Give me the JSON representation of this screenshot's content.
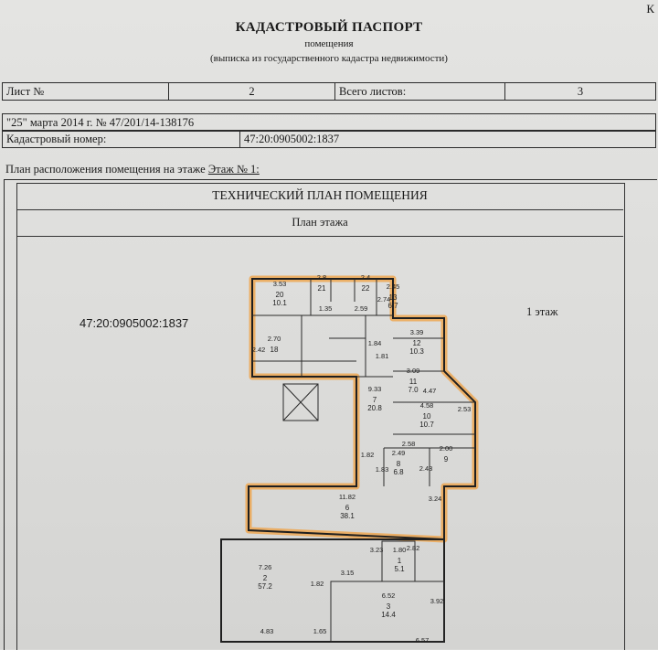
{
  "header": {
    "corner_letter": "К",
    "title": "КАДАСТРОВЫЙ ПАСПОРТ",
    "subtitle": "помещения",
    "note": "(выписка из государственного кадастра недвижимости)"
  },
  "sheet_row": {
    "sheet_label": "Лист №",
    "sheet_value": "2",
    "total_label": "Всего листов:",
    "total_value": "3"
  },
  "date_line": "\"25\" марта 2014 г. № 47/201/14-138176",
  "cadastral": {
    "label": "Кадастровый номер:",
    "value": "47:20:0905002:1837"
  },
  "plan_caption": {
    "prefix": "План расположения помещения на этаже ",
    "floor": "Этаж № 1:"
  },
  "plan": {
    "title": "ТЕХНИЧЕСКИЙ ПЛАН ПОМЕЩЕНИЯ",
    "subtitle": "План этажа",
    "cadastral_label": "47:20:0905002:1837",
    "floor_label": "1 этаж",
    "highlight_color": "#f0a040",
    "rooms": [
      {
        "num": "20",
        "area": "10.1",
        "dim": "3.53"
      },
      {
        "num": "21",
        "area": "",
        "dim": "2.8"
      },
      {
        "num": "22",
        "area": "",
        "dim": "2.4"
      },
      {
        "num": "13",
        "area": "6.7",
        "dim": "2.45"
      },
      {
        "num": "18",
        "area": "",
        "dim": "2.70"
      },
      {
        "num": "12",
        "area": "10.3",
        "dim": "3.39"
      },
      {
        "num": "11",
        "area": "7.0",
        "dim": "3.09"
      },
      {
        "num": "7",
        "area": "20.8",
        "dim": "9.33"
      },
      {
        "num": "10",
        "area": "10.7",
        "dim": "4.58"
      },
      {
        "num": "8",
        "area": "6.8",
        "dim": "2.49"
      },
      {
        "num": "9",
        "area": "",
        "dim": "2.00"
      },
      {
        "num": "6",
        "area": "38.1",
        "dim": "11.82"
      },
      {
        "num": "1",
        "area": "5.1",
        "dim": "1.80"
      },
      {
        "num": "2",
        "area": "57.2",
        "dim": "7.26"
      },
      {
        "num": "3",
        "area": "14.4",
        "dim": "6.52"
      }
    ],
    "dims": [
      "1.35",
      "2.59",
      "2.74",
      "1.84",
      "1.81",
      "2.42",
      "4.47",
      "1.82",
      "2.58",
      "3.24",
      "3.23",
      "2.82",
      "3.15",
      "1.82",
      "4.83",
      "1.65",
      "6.57",
      "2.53",
      "1.83",
      "2.43",
      "3.92"
    ]
  }
}
